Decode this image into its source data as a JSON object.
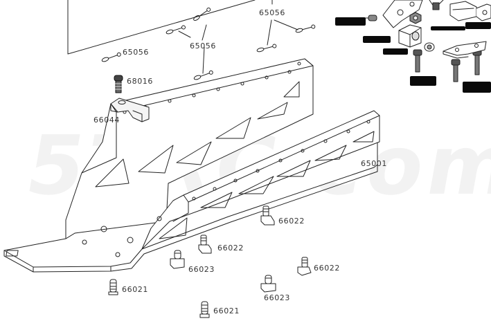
{
  "labels": {
    "p65056a": "65056",
    "p65056b": "65056",
    "p65056c": "65056",
    "p68016": "68016",
    "p66044": "66044",
    "p65001": "65001",
    "p66022a": "66022",
    "p66022b": "66022",
    "p66022c": "66022",
    "p66023a": "66023",
    "p66023b": "66023",
    "p66021a": "66021",
    "p66021b": "66021"
  },
  "watermark": "5TRC.com",
  "colors": {
    "line": "#222222",
    "text": "#333333",
    "redaction": "#0a0a0a",
    "watermark": "#f2f2f2"
  }
}
